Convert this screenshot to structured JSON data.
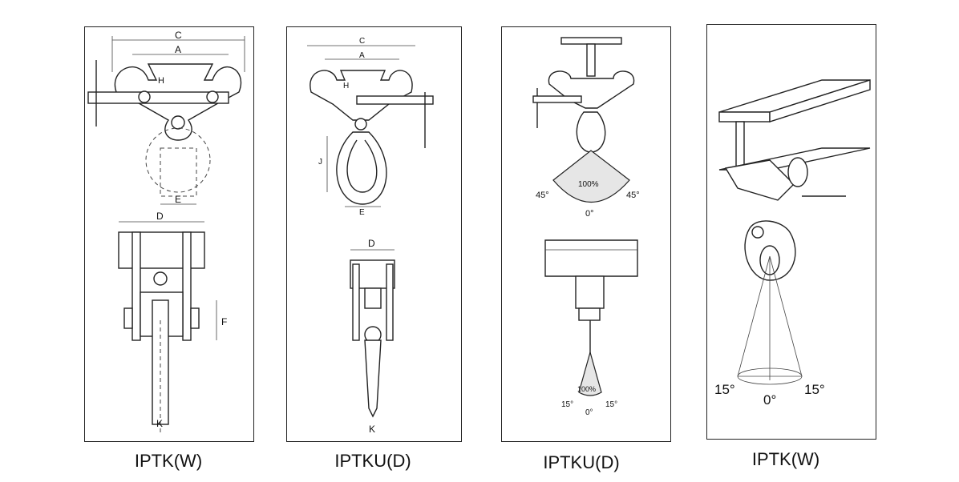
{
  "panels": [
    {
      "caption": "IPTK(W)",
      "labels": {
        "c": "C",
        "a": "A",
        "h": "H",
        "e": "E",
        "d": "D",
        "f": "F",
        "k": "K"
      }
    },
    {
      "caption": "IPTKU(D)",
      "labels": {
        "c": "C",
        "a": "A",
        "h": "H",
        "j": "J",
        "e": "E",
        "d": "D",
        "k": "K"
      }
    },
    {
      "caption": "IPTKU(D)",
      "upper": {
        "pct": "100%",
        "left": "45°",
        "right": "45°",
        "center": "0°"
      },
      "lower": {
        "pct": "100%",
        "left": "15°",
        "right": "15°",
        "center": "0°"
      }
    },
    {
      "caption": "IPTK(W)",
      "angles": {
        "left": "15°",
        "center": "0°",
        "right": "15°"
      }
    }
  ]
}
